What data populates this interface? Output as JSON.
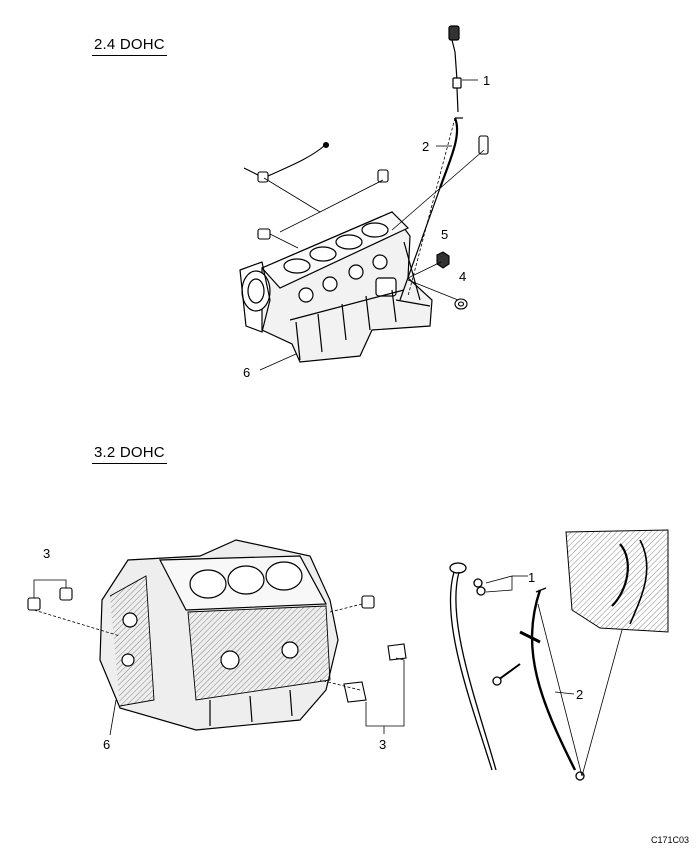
{
  "sections": [
    {
      "heading": "2.4 DOHC"
    },
    {
      "heading": "3.2 DOHC"
    }
  ],
  "callouts": {
    "top": [
      "1",
      "2",
      "5",
      "4",
      "6"
    ],
    "bottom": [
      "3",
      "6",
      "3",
      "1",
      "2"
    ]
  },
  "figure_code": "C171C03"
}
